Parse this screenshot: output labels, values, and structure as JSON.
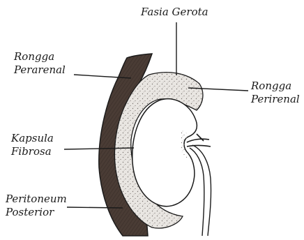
{
  "labels": {
    "fasia_gerota": "Fasia Gerota",
    "rongga_perarenal": [
      "Rongga",
      "Perarenal"
    ],
    "rongga_perirenal": [
      "Rongga",
      "Perirenal"
    ],
    "kapsula_fibrosa": [
      "Kapsula",
      "Fibrosa"
    ],
    "peritoneum_posterior": [
      "Peritoneum",
      "Posterior"
    ]
  },
  "colors": {
    "ink": "#1a1a1a",
    "fascia_fill": "#4a3c35",
    "fat_fill": "#e9e6e2",
    "stipple": "#7a7470"
  }
}
